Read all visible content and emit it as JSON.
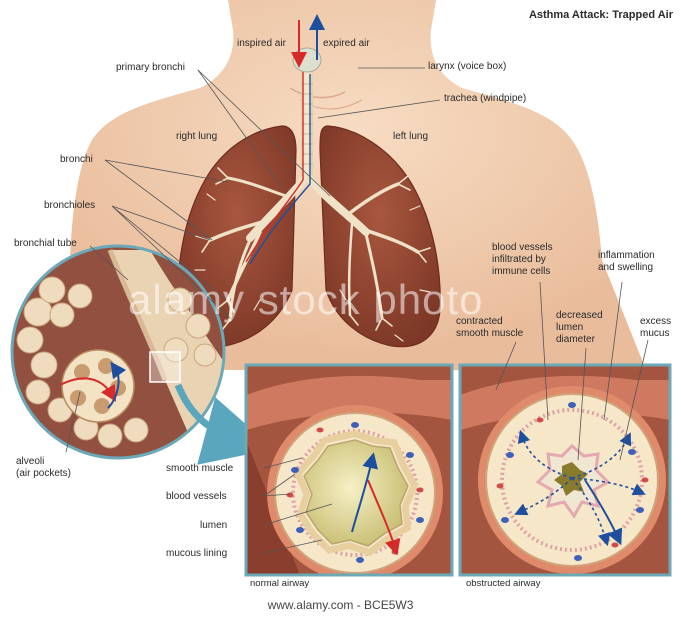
{
  "title": "Asthma Attack: Trapped Air",
  "labels": {
    "inspired_air": "inspired air",
    "expired_air": "expired air",
    "larynx": "larynx (voice box)",
    "trachea": "trachea (windpipe)",
    "primary_bronchi": "primary bronchi",
    "right_lung": "right lung",
    "left_lung": "left lung",
    "bronchi": "bronchi",
    "bronchioles": "bronchioles",
    "bronchial_tube": "bronchial tube",
    "alveoli_line1": "alveoli",
    "alveoli_line2": "(air pockets)",
    "blood_vessels_infiltrated_1": "blood vessels",
    "blood_vessels_infiltrated_2": "infiltrated by",
    "blood_vessels_infiltrated_3": "immune cells",
    "inflammation_1": "inflammation",
    "inflammation_2": "and swelling",
    "contracted_1": "contracted",
    "contracted_2": "smooth muscle",
    "decreased_1": "decreased",
    "decreased_2": "lumen",
    "decreased_3": "diameter",
    "excess_1": "excess",
    "excess_2": "mucus",
    "smooth_muscle": "smooth muscle",
    "blood_vessels": "blood vessels",
    "lumen": "lumen",
    "mucous_lining": "mucous lining"
  },
  "captions": {
    "normal": "normal airway",
    "obstructed": "obstructed airway"
  },
  "watermark": "alamy stock photo",
  "footer": "www.alamy.com - BCE5W3",
  "colors": {
    "skin": "#f2cfb3",
    "lung": "#9a4a36",
    "airway": "#f4e3c4",
    "muscle": "#c8694e",
    "frame": "#6ba8b8",
    "inspired": "#d62a2a",
    "expired": "#1e4f9e"
  }
}
